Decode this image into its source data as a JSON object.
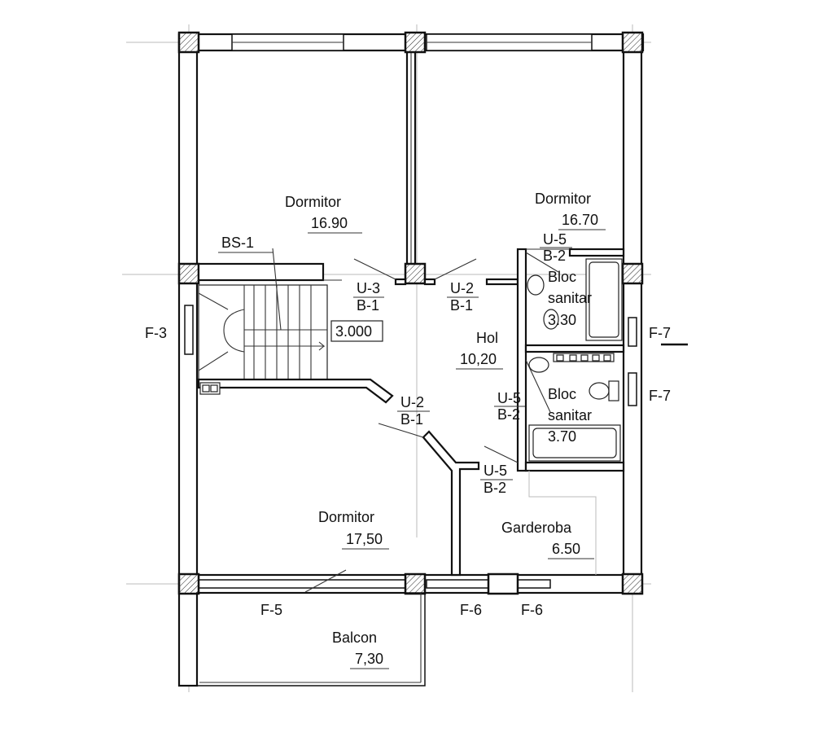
{
  "rooms": {
    "dormitor_nw": {
      "name": "Dormitor",
      "area": "16.90"
    },
    "dormitor_ne": {
      "name": "Dormitor",
      "area": "16.70"
    },
    "dormitor_sw": {
      "name": "Dormitor",
      "area": "17,50"
    },
    "hol": {
      "name": "Hol",
      "area": "10,20"
    },
    "bloc_sanitar_1": {
      "name_line1": "Bloc",
      "name_line2": "sanitar",
      "area": "3.30"
    },
    "bloc_sanitar_2": {
      "name_line1": "Bloc",
      "name_line2": "sanitar",
      "area": "3.70"
    },
    "garderoba": {
      "name": "Garderoba",
      "area": "6.50"
    },
    "balcon": {
      "name": "Balcon",
      "area": "7,30"
    }
  },
  "stair": {
    "code": "BS-1",
    "level": "3.000"
  },
  "doors": [
    {
      "code": "U-3",
      "spec": "B-1"
    },
    {
      "code": "U-2",
      "spec": "B-1"
    },
    {
      "code": "U-2",
      "spec": "B-1"
    },
    {
      "code": "U-5",
      "spec": "B-2"
    },
    {
      "code": "U-5",
      "spec": "B-2"
    },
    {
      "code": "U-5",
      "spec": "B-2"
    }
  ],
  "windows": [
    "F-3",
    "F-7",
    "F-7",
    "F-5",
    "F-6",
    "F-6"
  ]
}
